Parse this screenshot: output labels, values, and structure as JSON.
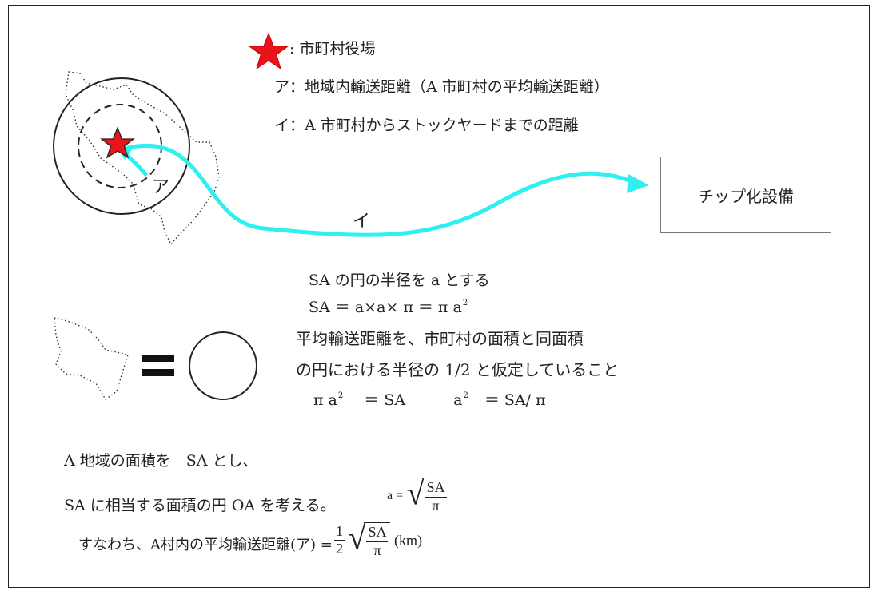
{
  "legend": {
    "star_label": ": 市町村役場",
    "a_label": "ア：地域内輸送距離（A 市町村の平均輸送距離）",
    "i_label": "イ：A 市町村からストックヤードまでの距離"
  },
  "map": {
    "a_marker": "ア",
    "i_marker": "イ"
  },
  "chip_box": {
    "label": "チップ化設備"
  },
  "explain": {
    "line1": "SA の円の半径を a とする",
    "line2_left": "SA ＝ a×a× π ＝ π a",
    "line3": "平均輸送距離を、市町村の面積と同面積",
    "line4": "の円における半径の 1/2 と仮定していること",
    "line5_a": "π a",
    "line5_b": "＝ SA",
    "line5_c": "a",
    "line5_d": "＝ SA/ π",
    "sup2": "2"
  },
  "equals_symbol": "=",
  "bottom": {
    "line1": "A 地域の面積を　SA とし、",
    "line2": "SA に相当する面積の円 OA を考える。",
    "line3_prefix": "すなわち、A村内の平均輸送距離(ア) =",
    "formula_a_lhs": "a =",
    "sa": "SA",
    "pi": "π",
    "one": "1",
    "two": "2",
    "km": "(km)"
  },
  "colors": {
    "star_fill": "#e8131b",
    "arrow": "#2ef0f0",
    "border": "#222222"
  }
}
